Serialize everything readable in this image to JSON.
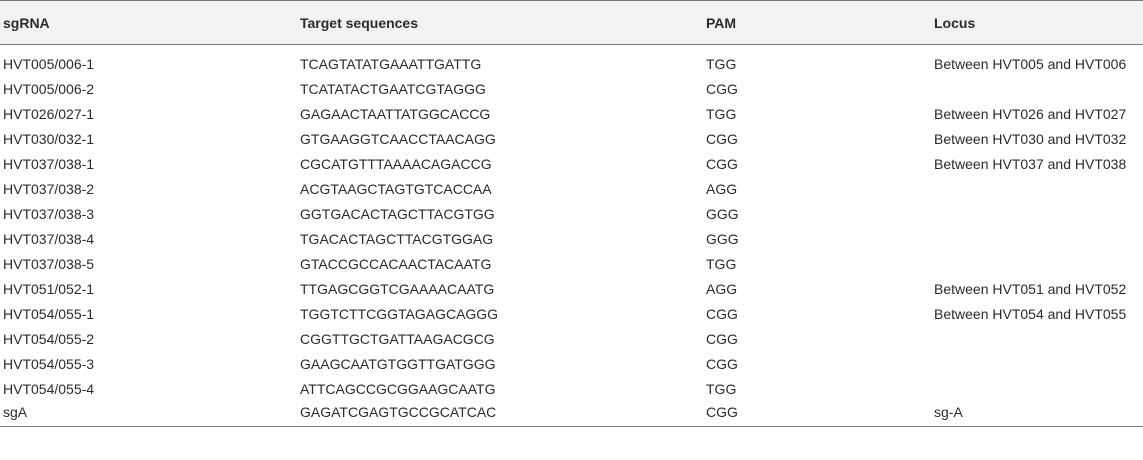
{
  "table": {
    "headers": [
      "sgRNA",
      "Target sequences",
      "PAM",
      "Locus"
    ],
    "rows": [
      [
        "HVT005/006-1",
        "TCAGTATATGAAATTGATTG",
        "TGG",
        "Between HVT005 and HVT006"
      ],
      [
        "HVT005/006-2",
        "TCATATACTGAATCGTAGGG",
        "CGG",
        ""
      ],
      [
        "HVT026/027-1",
        "GAGAACTAATTATGGCACCG",
        "TGG",
        "Between HVT026 and HVT027"
      ],
      [
        "HVT030/032-1",
        "GTGAAGGTCAACCTAACAGG",
        "CGG",
        "Between HVT030 and HVT032"
      ],
      [
        "HVT037/038-1",
        "CGCATGTTTAAAACAGACCG",
        "CGG",
        "Between HVT037 and HVT038"
      ],
      [
        "HVT037/038-2",
        "ACGTAAGCTAGTGTCACCAA",
        "AGG",
        ""
      ],
      [
        "HVT037/038-3",
        "GGTGACACTAGCTTACGTGG",
        "GGG",
        ""
      ],
      [
        "HVT037/038-4",
        "TGACACTAGCTTACGTGGAG",
        "GGG",
        ""
      ],
      [
        "HVT037/038-5",
        "GTACCGCCACAACTACAATG",
        "TGG",
        ""
      ],
      [
        "HVT051/052-1",
        "TTGAGCGGTCGAAAACAATG",
        "AGG",
        "Between HVT051 and HVT052"
      ],
      [
        "HVT054/055-1",
        "TGGTCTTCGGTAGAGCAGGG",
        "CGG",
        "Between HVT054 and HVT055"
      ],
      [
        "HVT054/055-2",
        "CGGTTGCTGATTAAGACGCG",
        "CGG",
        ""
      ],
      [
        "HVT054/055-3",
        "GAAGCAATGTGGTTGATGGG",
        "CGG",
        ""
      ],
      [
        "HVT054/055-4",
        "ATTCAGCCGCGGAAGCAATG",
        "TGG",
        ""
      ],
      [
        "sgA",
        "GAGATCGAGTGCCGCATCAC",
        "CGG",
        "sg-A"
      ]
    ]
  }
}
